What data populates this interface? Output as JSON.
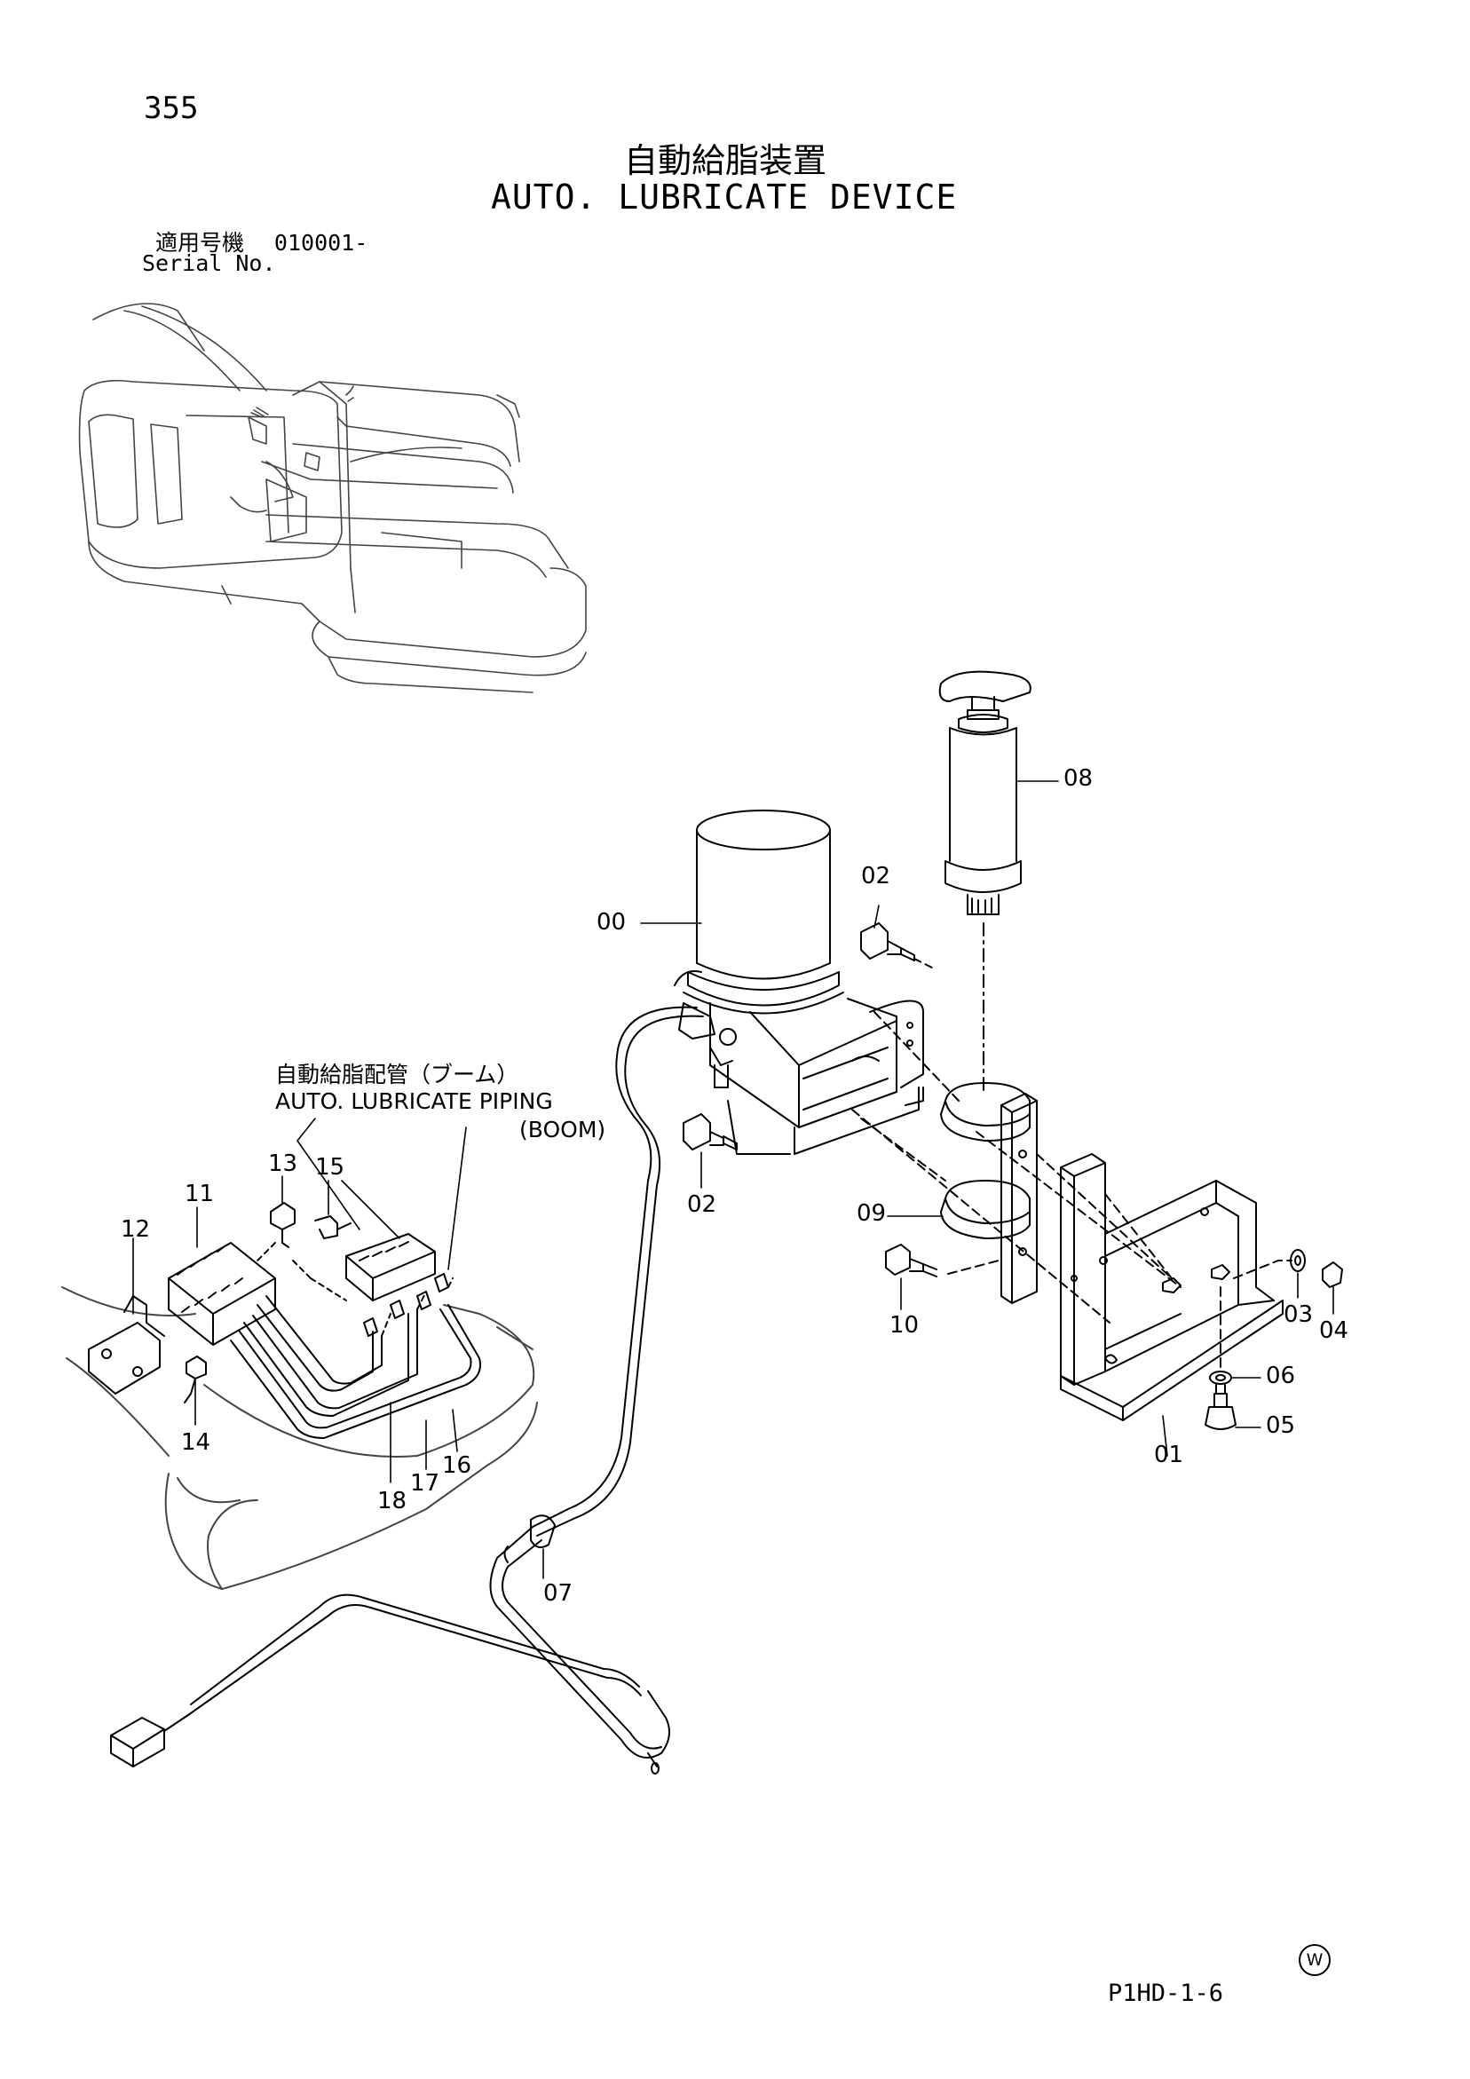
{
  "page_number": "355",
  "title_jp": "自動給脂装置",
  "title_en": "AUTO. LUBRICATE DEVICE",
  "serial": {
    "label_jp": "適用号機",
    "value": "010001-",
    "label_en": "Serial No."
  },
  "piping_label": {
    "jp": "自動給脂配管（ブーム）",
    "en": "AUTO. LUBRICATE PIPING",
    "boom": "(BOOM)"
  },
  "callouts": {
    "c00": "00",
    "c01": "01",
    "c02a": "02",
    "c02b": "02",
    "c03": "03",
    "c04": "04",
    "c05": "05",
    "c06": "06",
    "c07": "07",
    "c08": "08",
    "c09": "09",
    "c10": "10",
    "c11": "11",
    "c12": "12",
    "c13": "13",
    "c14": "14",
    "c15": "15",
    "c16": "16",
    "c17": "17",
    "c18": "18"
  },
  "drawing_code": "P1HD-1-6",
  "mark": "W"
}
